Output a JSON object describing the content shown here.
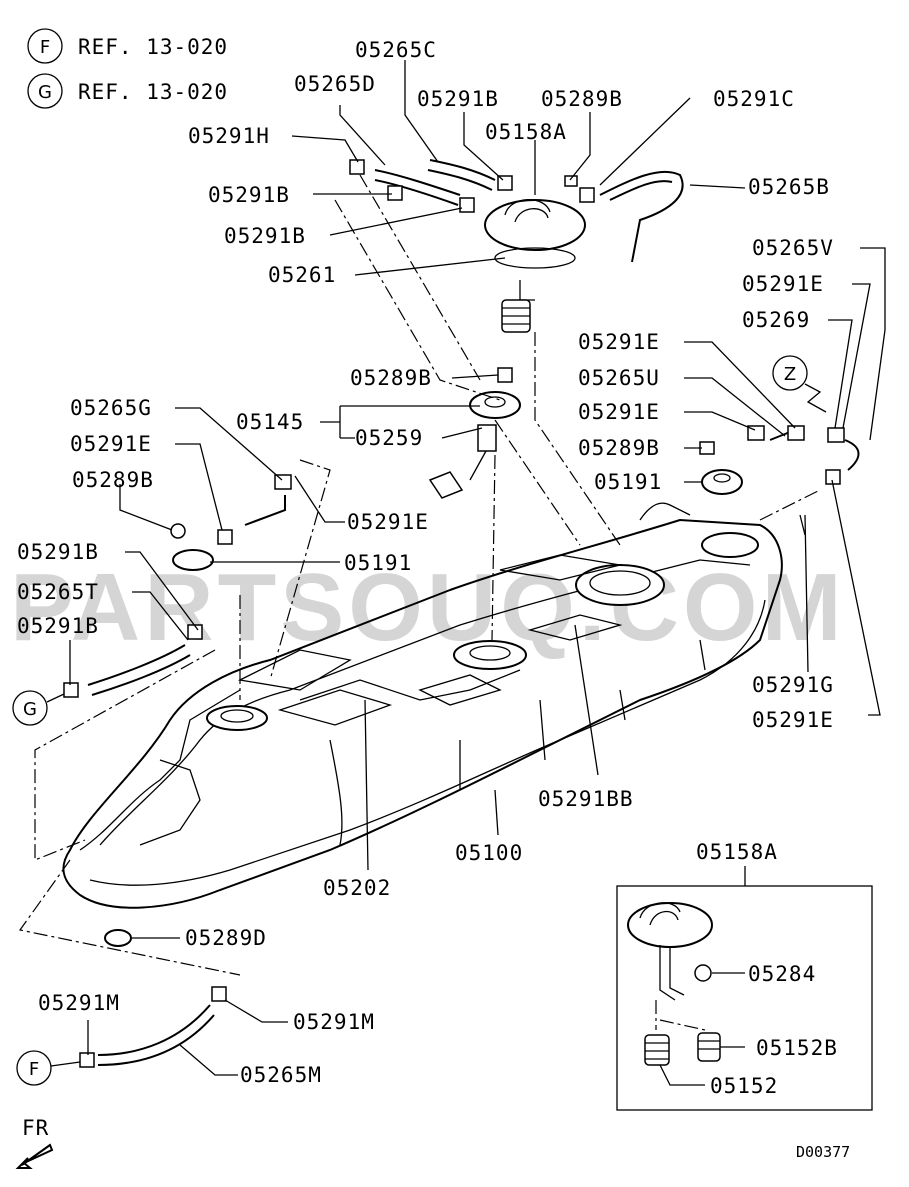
{
  "references": [
    {
      "letter": "F",
      "text": "REF. 13-020"
    },
    {
      "letter": "G",
      "text": "REF. 13-020"
    }
  ],
  "watermark": "PARTSOUQ.COM",
  "callouts": {
    "c05265C": "05265C",
    "c05265D": "05265D",
    "c05291B_top": "05291B",
    "c05289B_top": "05289B",
    "c05158A": "05158A",
    "c05291C": "05291C",
    "c05291H": "05291H",
    "c05265B": "05265B",
    "c05291B_a": "05291B",
    "c05291B_b": "05291B",
    "c05261": "05261",
    "c05265V": "05265V",
    "c05291E_r1": "05291E",
    "c05269": "05269",
    "c05291E_r2": "05291E",
    "c05265U": "05265U",
    "c05291E_r3": "05291E",
    "c05289B_r": "05289B",
    "c05191_r": "05191",
    "c05289B_mid": "05289B",
    "c05145": "05145",
    "c05259": "05259",
    "c05265G": "05265G",
    "c05291E_l": "05291E",
    "c05289B_l": "05289B",
    "c05291E_l2": "05291E",
    "c05191_l": "05191",
    "c05291B_l1": "05291B",
    "c05265T": "05265T",
    "c05291B_l2": "05291B",
    "c05291G": "05291G",
    "c05291E_r4": "05291E",
    "c05291BB": "05291BB",
    "c05100": "05100",
    "c05202": "05202",
    "c05289D": "05289D",
    "c05291M_a": "05291M",
    "c05291M_b": "05291M",
    "c05265M": "05265M",
    "inset_title": "05158A",
    "c05284": "05284",
    "c05152B": "05152B",
    "c05152": "05152"
  },
  "markers": {
    "z": "Z",
    "g": "G",
    "f": "F"
  },
  "fr_label": "FR",
  "diagram_code": "D00377"
}
